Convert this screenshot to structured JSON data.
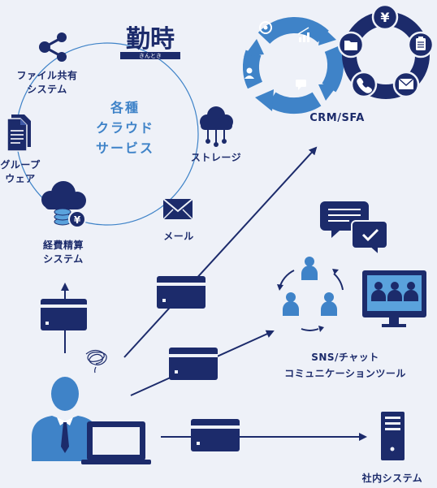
{
  "colors": {
    "navy": "#1c2b6b",
    "light_blue": "#3f83c8",
    "sky": "#5aa2dc",
    "background": "#eef1f8"
  },
  "cloud": {
    "center_label": "各種\nクラウド\nサービス",
    "logo_text": "勤時",
    "logo_sub": "きんとき",
    "services": [
      {
        "name": "file-sharing",
        "label": "ファイル共有\nシステム",
        "icon": "share-icon"
      },
      {
        "name": "groupware",
        "label": "グループ\nウェア",
        "icon": "document-icon"
      },
      {
        "name": "expense",
        "label": "経費精算\nシステム",
        "icon": "cloud-yen-icon"
      },
      {
        "name": "mail",
        "label": "メール",
        "icon": "envelope-icon"
      },
      {
        "name": "storage",
        "label": "ストレージ",
        "icon": "cloud-network-icon"
      }
    ]
  },
  "crm": {
    "label": "CRM/SFA"
  },
  "sns": {
    "label": "SNS/チャット\nコミュニケーションツール"
  },
  "internal": {
    "label": "社内システム"
  }
}
